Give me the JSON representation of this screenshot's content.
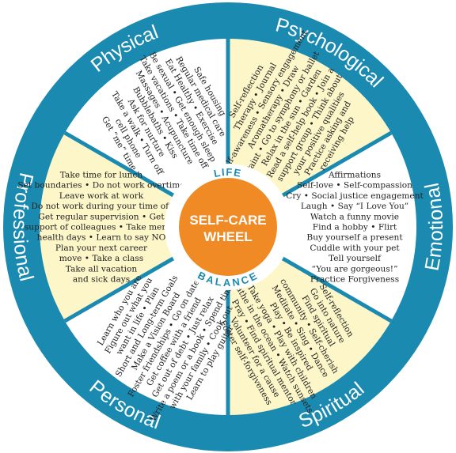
{
  "center": {
    "title_line1": "SELF-CARE",
    "title_line2": "WHEEL",
    "top_word": "LIFE",
    "bottom_word": "BALANCE"
  },
  "colors": {
    "ring": "#1a8ab0",
    "segment_yellow": "#fdf6c8",
    "segment_white": "#ffffff",
    "hub_orange": "#f08a24",
    "hub_text": "#1a8ab0",
    "bullet": "#e07a2a"
  },
  "segments": [
    {
      "name": "Physical",
      "fill": "white",
      "lines": [
        "Safe housing",
        "Regular medical care",
        "Eat Healthy • Exercise",
        "Be sexual • Get enough sleep",
        "Take vacations • Take time off",
        "Massages • Acupuncture",
        "Bubblebaths • Kiss",
        "Ask for nurture",
        "Take a walk • Turn off",
        "cell phone",
        "Get “me” time"
      ]
    },
    {
      "name": "Psychological",
      "fill": "yellow",
      "lines": [
        "Self-reflection",
        "Therapy • Journal",
        "Self-awareness • Sensory engagement",
        "Aromatherapy • Draw",
        "Paint • Go to symphony or ballet",
        "Relax in the sun • Garden",
        "Read a self-help book • Join a",
        "support group • Think about",
        "your positive qualities",
        "Practice asking and",
        "receiving help"
      ]
    },
    {
      "name": "Emotional",
      "fill": "white",
      "lines": [
        "Affirmations",
        "Self-love • Self-compassion",
        "Cry • Social justice engagement",
        "Laugh • Say “I Love You”",
        "Watch a funny movie",
        "Find a hobby • Flirt",
        "Buy yourself a present",
        "Cuddle with your pet",
        "Tell yourself",
        "“You are gorgeous!”",
        "Practice Forgiveness"
      ]
    },
    {
      "name": "Spiritual",
      "fill": "yellow",
      "lines": [
        "Self-reflection",
        "Go into nature",
        "Find spiritual",
        "community • Self-cherish",
        "Meditate • Sing • Dance",
        "Play • Be inspired",
        "Take yoga • Play with children",
        "Bathe in the ocean • Watch sunsets",
        "Pray • Find spiritual mentor",
        "Volunteer for a cause",
        "Foster self-forgiveness"
      ]
    },
    {
      "name": "Personal",
      "fill": "white",
      "lines": [
        "Learn who you are",
        "Figure out what you",
        "want in life • Plan",
        "Short and Long-term Goals",
        "Make a Vision Board",
        "Foster friendships • Go on dates",
        "Get coffee with a friend",
        "Get out of debt • Just relax",
        "Write a poem or a book • Spend time",
        "with your family • Cook out",
        "Learn to play guitar"
      ]
    },
    {
      "name": "Professional",
      "fill": "yellow",
      "lines": [
        "Take time for lunch",
        "Set boundaries • Do not work overtime",
        "Leave work at work",
        "Do not work during your time off",
        "Get regular supervision • Get",
        "support of colleagues • Take mental",
        "health days • Learn to say NO",
        "Plan your next career",
        "move • Take a class",
        "Take all vacation",
        "and sick days"
      ]
    }
  ]
}
